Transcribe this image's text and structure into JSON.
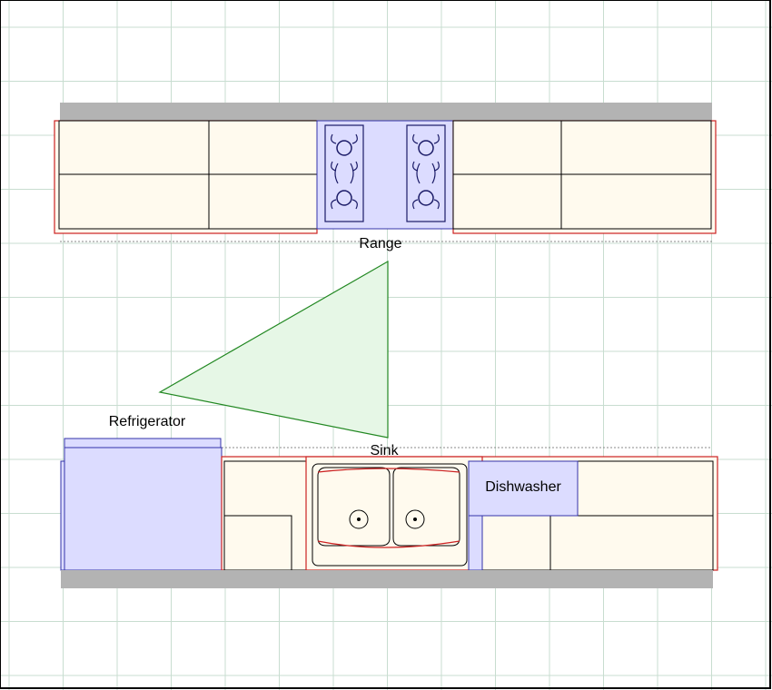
{
  "labels": {
    "range": "Range",
    "refrigerator": "Refrigerator",
    "sink": "Sink",
    "dishwasher": "Dishwasher"
  },
  "colors": {
    "grid": "#c8ddd0",
    "wall": "#b3b3b3",
    "cabinet_fill": "#fffaee",
    "cabinet_outline": "#cc2222",
    "appliance_fill": "#dcdcff",
    "appliance_outline": "#3333aa",
    "triangle_fill": "#e6f7e6",
    "triangle_stroke": "#228822"
  }
}
